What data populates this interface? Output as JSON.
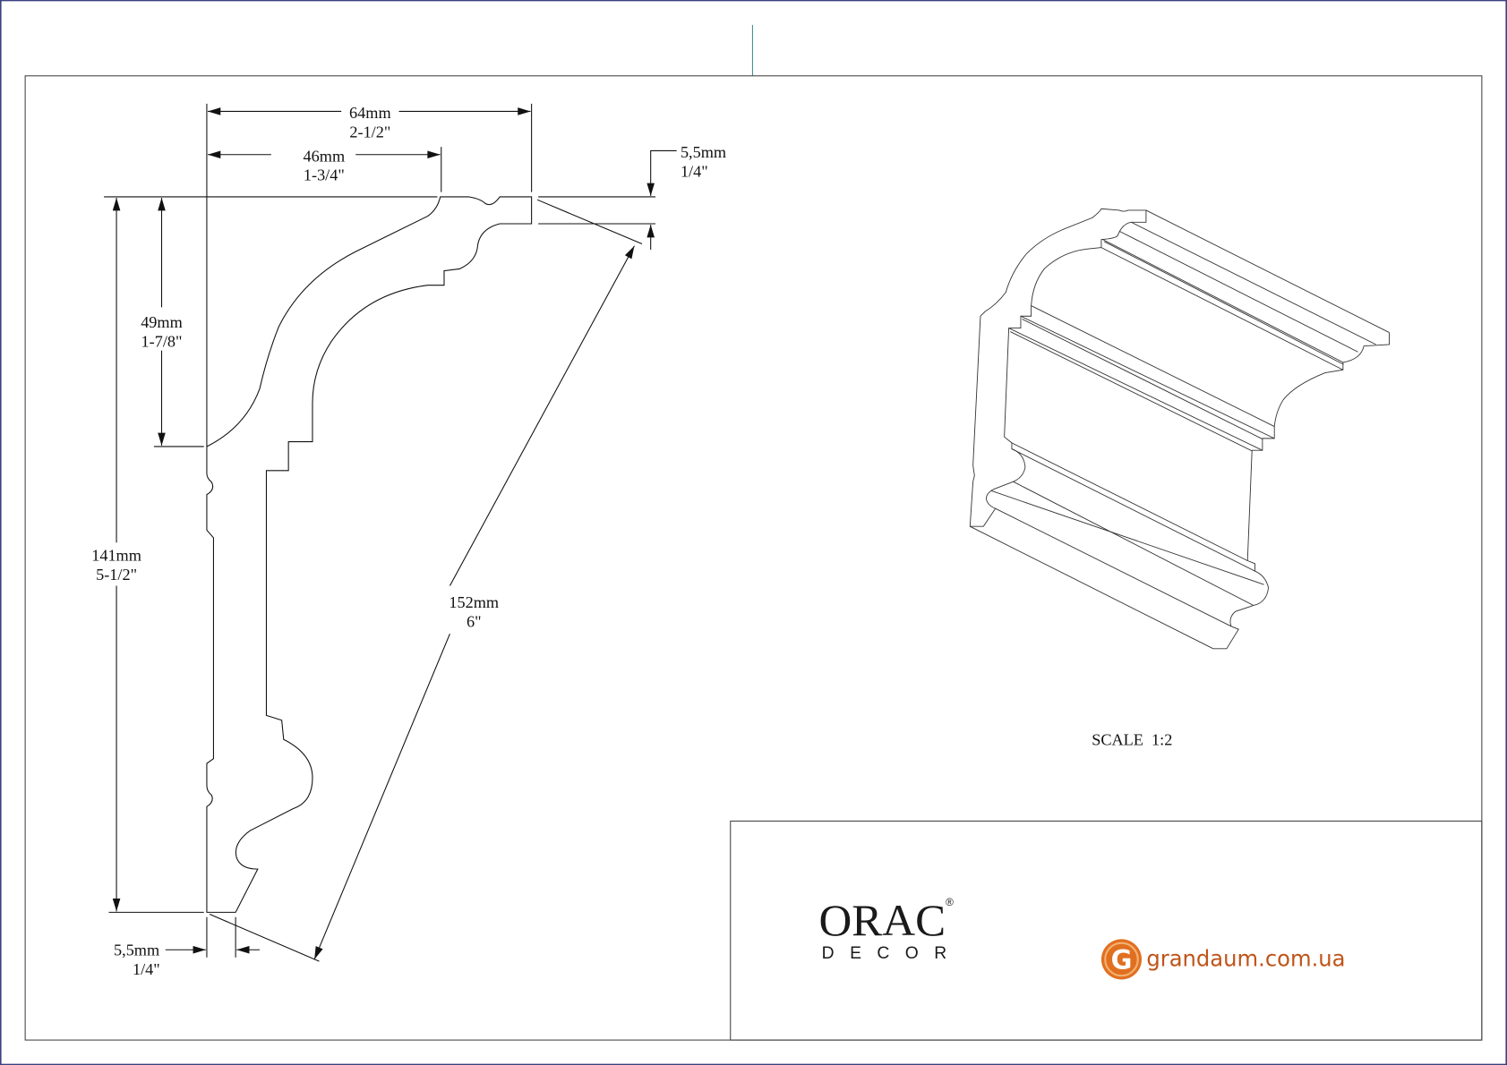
{
  "dimensions": {
    "width_total": {
      "mm": "64mm",
      "in": "2-1/2\""
    },
    "width_inner": {
      "mm": "46mm",
      "in": "1-3/4\""
    },
    "top_lip": {
      "mm": "5,5mm",
      "in": "1/4\""
    },
    "height_total": {
      "mm": "141mm",
      "in": "5-1/2\""
    },
    "height_upper": {
      "mm": "49mm",
      "in": "1-7/8\""
    },
    "diagonal": {
      "mm": "152mm",
      "in": "6\""
    },
    "bottom_lip": {
      "mm": "5,5mm",
      "in": "1/4\""
    }
  },
  "scale_label": "SCALE  1:2",
  "logos": {
    "orac_main": "ORAC",
    "orac_registered": "®",
    "orac_sub": "DECOR",
    "grandaum_letter": "G",
    "grandaum_text": "grandaum.com.ua"
  },
  "colors": {
    "page_border": "#3a4080",
    "guide_line": "#3f8c92",
    "grandaum_orange": "#e07020",
    "grandaum_text": "#c0541a"
  }
}
